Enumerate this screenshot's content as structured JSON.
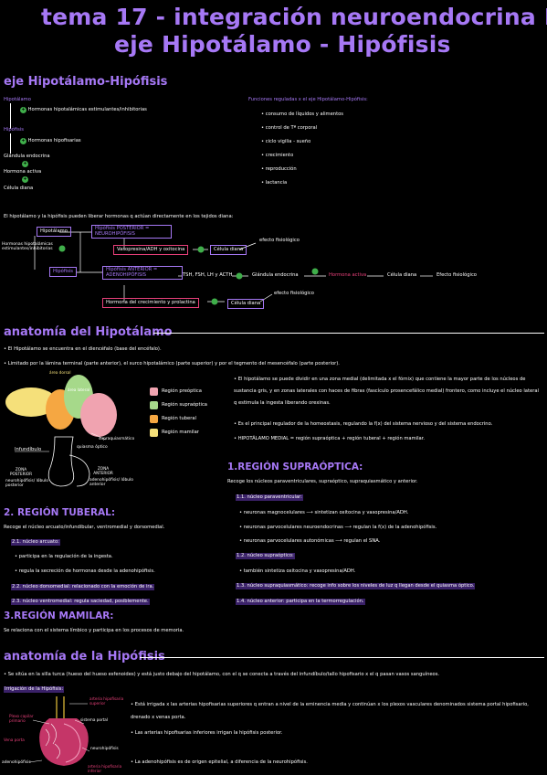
{
  "title": {
    "line1": "tema 17 - integración neuroendocrina I:",
    "line2": "eje Hipotálamo - Hipófisis"
  },
  "s1": {
    "heading": "eje Hipotálamo-Hipófisis",
    "chain": {
      "hipotalamo": "Hipotálamo",
      "hormonas_h": "Hormonas hipotalámicas estimulantes/inhibitorias",
      "hipofisis": "Hipófisis",
      "hormonas_hf": "Hormonas hipofisarias",
      "glandula": "Glándula endocrina",
      "hormona_activa": "Hormona activa",
      "celula": "Célula diana",
      "plus": "+"
    },
    "funciones": {
      "title": "Funciones reguladas x el eje Hipotálamo-Hipófisis:",
      "items": [
        "consumo de líquidos y alimentos",
        "control de Tª corporal",
        "ciclo vigilia - sueño",
        "crecimiento",
        "reproducción",
        "lactancia"
      ]
    },
    "intro": "El hipotálamo y la hipófisis pueden liberar hormonas q actúan directamente en los tejidos diana:",
    "flow": {
      "hipotalamo": "Hipotálamo",
      "posterior": "Hipófisis POSTERIOR = NEUROHIPÓFISIS",
      "vaso_oxi": "Vasopresina/ADH y oxitocina",
      "celula1": "Célula diana",
      "efecto1": "efecto fisiológico",
      "hormonas_hip": "Hormonas hipotalámicas estimulantes/inhibitorias",
      "hipofisis": "Hipófisis",
      "anterior": "Hipófisis ANTERIOR = ADENOHIPÓFISIS",
      "tsh": "TSH, FSH, LH y ACTH",
      "glandula": "Glándula endocrina",
      "hormona_activa": "Hormona activa",
      "celula_diana": "Célula diana",
      "efecto_fisio": "Efecto fisiológico",
      "crec_prol": "Hormona del crecimiento y prolactina",
      "celula2": "Célula diana",
      "efecto2": "efecto fisiológico"
    }
  },
  "s2": {
    "heading": "anatomía del Hipotálamo",
    "b1": "El Hipotálamo se encuentra en el diencéfalo (base del encéfalo).",
    "b2": "Limitado por la lámina terminal (parte anterior), el surco hipotalámico (parte superior) y por el tegmento del mesencéfalo (parte posterior).",
    "diagram": {
      "area_dorsal": "área dorsal",
      "area_lateral": "área lateral",
      "infundibulo": "Infundíbulo",
      "quiasma": "quiasma óptico",
      "supraquiasmatico": "supraquiasmático",
      "zona_posterior": "ZONA POSTERIOR",
      "zona_anterior": "ZONA ANTERIOR",
      "neurohipofisis": "neurohipófisis/ lóbulo posterior",
      "adenohipofisis": "adenohipófisis/ lóbulo anterior"
    },
    "legend": [
      {
        "label": "Región preóptica",
        "color": "#f0a3b0"
      },
      {
        "label": "Región supraóptica",
        "color": "#a6d98a"
      },
      {
        "label": "Región tuberal",
        "color": "#f5a742"
      },
      {
        "label": "Región mamilar",
        "color": "#f5e07a"
      }
    ],
    "right": {
      "p1": "El hipotálamo se puede dividir en una zona medial (delimitada x el fórnix) que contiene la mayor parte de los núcleos de sustancia gris, y en zonas laterales con haces de fibras (fascículo prosencefálico medial) frontero, como incluye el núcleo lateral q estimula la ingesta liberando orexinas.",
      "p2": "Es el principal regulador de la homeostasis, regulando la f(x) del sistema nervioso y del sistema endocrino.",
      "p3": "HIPOTÁLAMO MEDIAL = región supraóptica + región tuberal + región mamilar."
    },
    "supra": {
      "heading": "1.REGIÓN SUPRAÓPTICA:",
      "intro": "Recoge los núcleos paraventriculares, supraóptico, supraquiasmático y anterior.",
      "n11": "1.1. núcleo paraventricular:",
      "n11a": "neuronas magnocelulares ⟶ sintetizan oxitocina y vasopresina/ADH.",
      "n11b": "neuronas parvocelulares neuroendocrinas ⟶ regulan la f(x) de la adenohipófisis.",
      "n11c": "neuronas parvocelulares autonómicas ⟶ regulan el SNA.",
      "n12": "1.2. núcleo supraóptico:",
      "n12a": "también sintetiza oxitocina y vasopresina/ADH.",
      "n13": "1.3. núcleo supraquiasmático: recoge info sobre los niveles de luz q llegan desde el quiasma óptico.",
      "n14": "1.4. núcleo anterior: participa en la termorregulación."
    },
    "tuberal": {
      "heading": "2. REGIÓN TUBERAL:",
      "intro": "Recoge el núcleo arcuato/infundibular, ventromedial y dorsomedial.",
      "n21": "2.1. núcleo arcuato:",
      "n21a": "participa en la regulación de la ingesta.",
      "n21b": "regula la secreción de hormonas desde la adenohipófisis.",
      "n22": "2.2. núcleo dorsomedial: relacionado con la emoción de ira.",
      "n23": "2.3. núcleo ventromedial: regula saciedad, posiblemente."
    },
    "mamilar": {
      "heading": "3.REGIÓN MAMILAR:",
      "text": "Se relaciona con el sistema límbico y participa en los procesos de memoria."
    }
  },
  "s3": {
    "heading": "anatomía de la Hipófisis",
    "b1": "Se sitúa en la silla turca (hueso del hueso esfenoides) y está justo debajo del hipotálamo, con el q se conecta a través del infundíbulo/tallo hipofisario x el q pasan vasos sanguíneos.",
    "irrigacion": "Irrigación de la Hipófisis:",
    "diagram": {
      "art_sup": "arteria hipofisaria superior",
      "sis_portal": "sistema portal",
      "plexo": "Plexo capilar primario",
      "vena": "Vena porta",
      "neuro": "neurohipófisis",
      "adeno": "adenohipófisis",
      "art_inf": "arteria hipofisaria inferior"
    },
    "r1": "Está irrigada x las arterias hipofisarias superiores q entran a nivel de la eminencia media y continúan x los plexos vasculares denominados sistema portal hipofisario, drenado x venas porta.",
    "r2": "Las arterias hipofisarias inferiores irrigan la hipófisis posterior.",
    "r3": "La adenohipófisis es de origen epitelial, a diferencia de la neurohipófisis."
  }
}
